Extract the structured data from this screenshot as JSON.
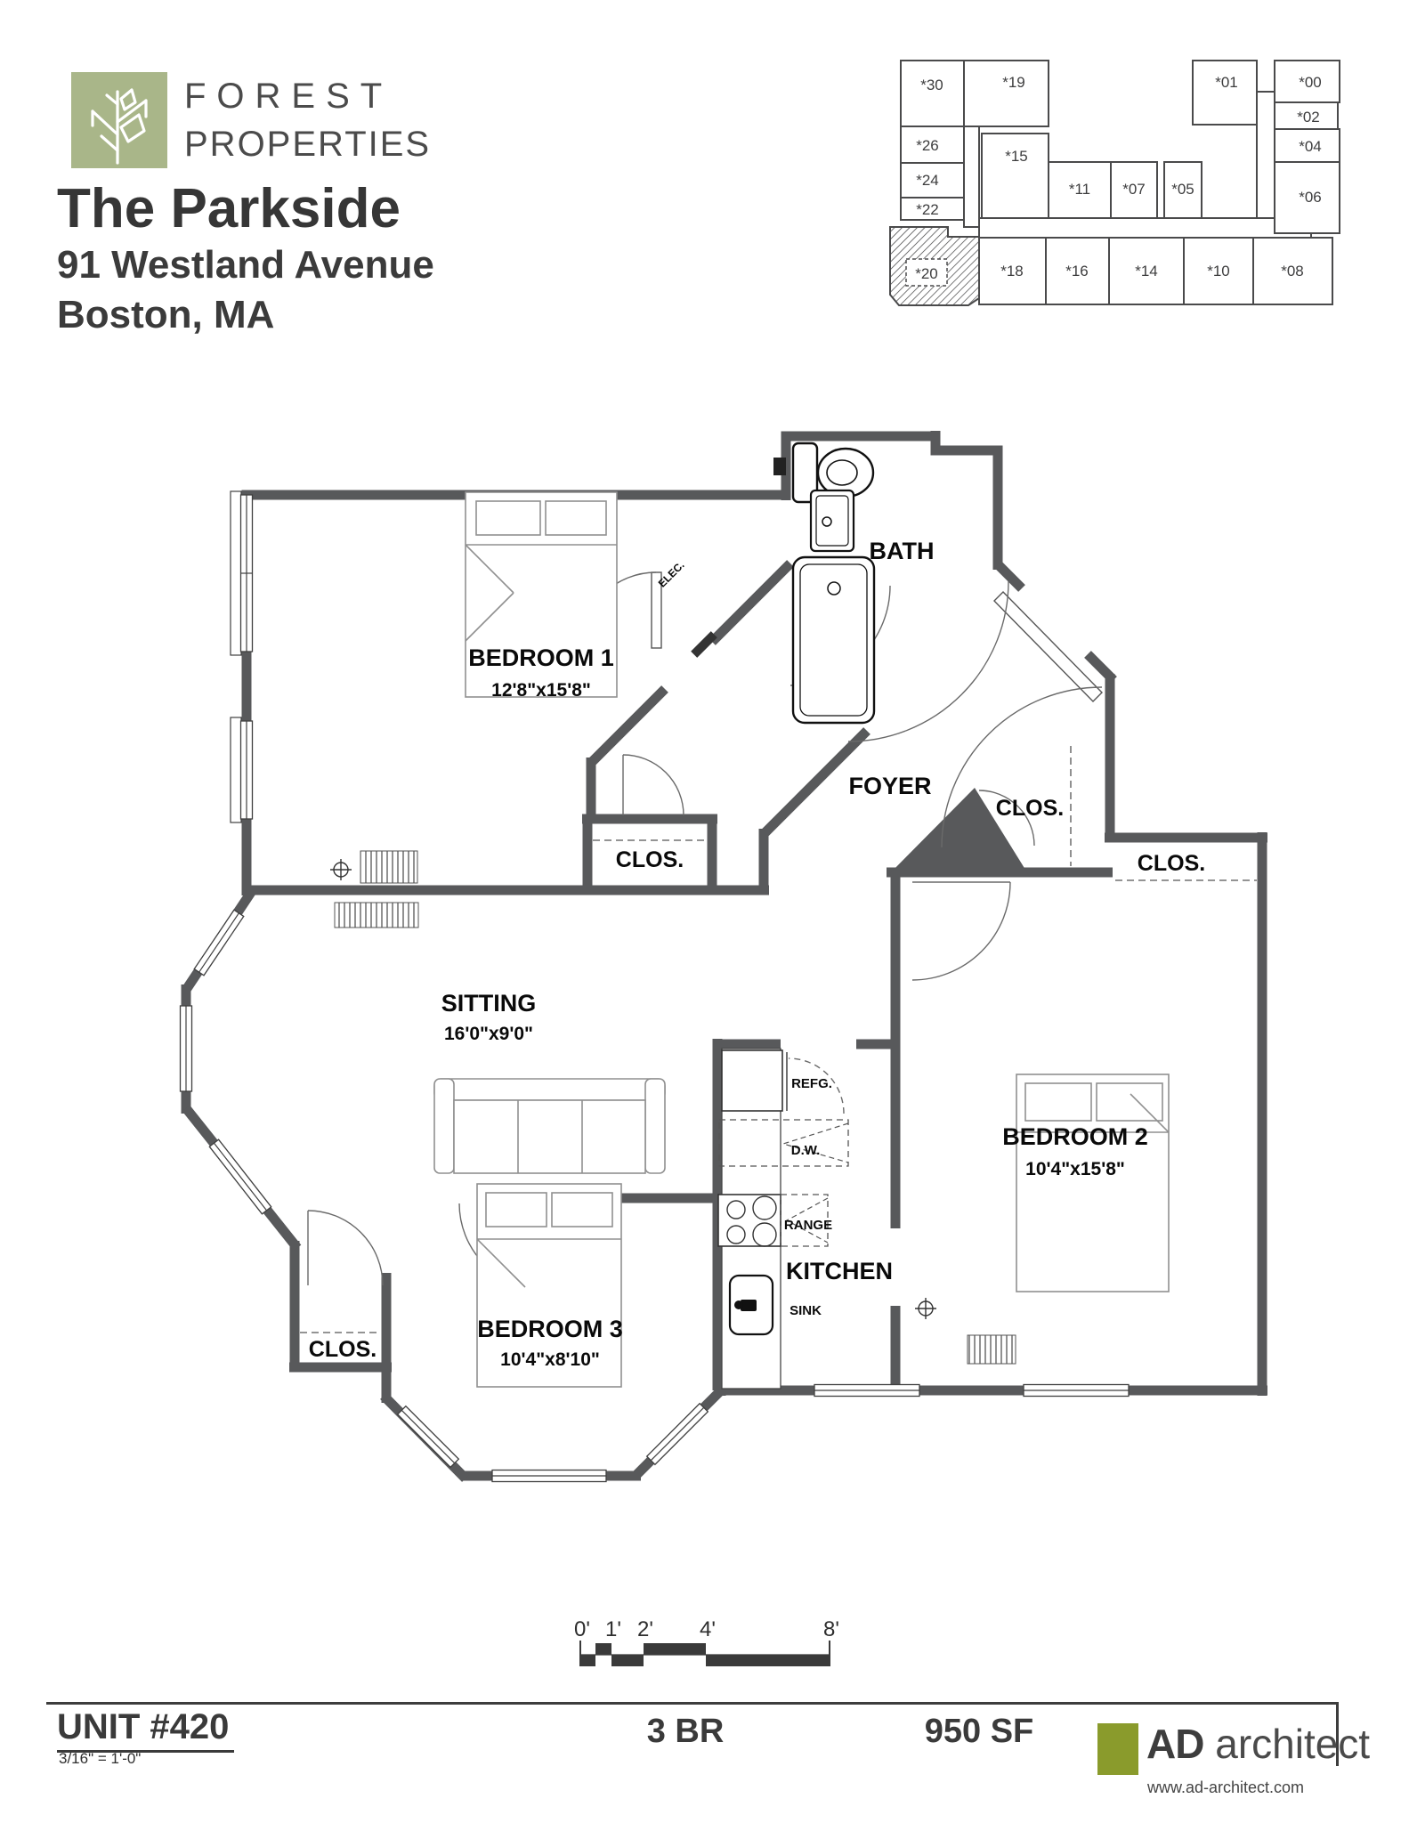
{
  "header": {
    "brand_line1": "FOREST",
    "brand_line2": "PROPERTIES",
    "logo_color": "#a9b689",
    "property_name": "The Parkside",
    "address_line1": "91 Westland Avenue",
    "address_line2": "Boston, MA"
  },
  "key_plan": {
    "highlighted_unit": "*20",
    "units": [
      {
        "label": "*30"
      },
      {
        "label": "*19"
      },
      {
        "label": "*26"
      },
      {
        "label": "*24"
      },
      {
        "label": "*22"
      },
      {
        "label": "*15"
      },
      {
        "label": "*11"
      },
      {
        "label": "*07"
      },
      {
        "label": "*05"
      },
      {
        "label": "*01"
      },
      {
        "label": "*00"
      },
      {
        "label": "*02"
      },
      {
        "label": "*04"
      },
      {
        "label": "*06"
      },
      {
        "label": "*20"
      },
      {
        "label": "*18"
      },
      {
        "label": "*16"
      },
      {
        "label": "*14"
      },
      {
        "label": "*10"
      },
      {
        "label": "*08"
      }
    ]
  },
  "floor_plan": {
    "wall_color": "#58595b",
    "bedroom1": {
      "name": "BEDROOM 1",
      "dims": "12'8\"x15'8\""
    },
    "bedroom2": {
      "name": "BEDROOM 2",
      "dims": "10'4\"x15'8\""
    },
    "bedroom3": {
      "name": "BEDROOM 3",
      "dims": "10'4\"x8'10\""
    },
    "sitting": {
      "name": "SITTING",
      "dims": "16'0\"x9'0\""
    },
    "bath": {
      "name": "BATH"
    },
    "foyer": {
      "name": "FOYER"
    },
    "kitchen": {
      "name": "KITCHEN"
    },
    "closet_bedroom1": {
      "name": "CLOS."
    },
    "closet_foyer": {
      "name": "CLOS."
    },
    "closet_bedroom2": {
      "name": "CLOS."
    },
    "closet_bedroom3": {
      "name": "CLOS."
    },
    "refg": {
      "name": "REFG."
    },
    "dw": {
      "name": "D.W."
    },
    "range": {
      "name": "RANGE"
    },
    "sink": {
      "name": "SINK"
    },
    "elec": {
      "name": "ELEC."
    }
  },
  "scale_bar": {
    "labels": [
      {
        "t": "0'"
      },
      {
        "t": "1'"
      },
      {
        "t": "2'"
      },
      {
        "t": "4'"
      },
      {
        "t": "8'"
      }
    ]
  },
  "footer": {
    "unit_label": "UNIT #420",
    "scale_note": "3/16\" = 1'-0\"",
    "bedrooms": "3 BR",
    "area": "950 SF",
    "architect_bold": "AD",
    "architect_light": "architect",
    "architect_url": "www.ad-architect.com",
    "architect_accent": "#8a9b2c"
  }
}
